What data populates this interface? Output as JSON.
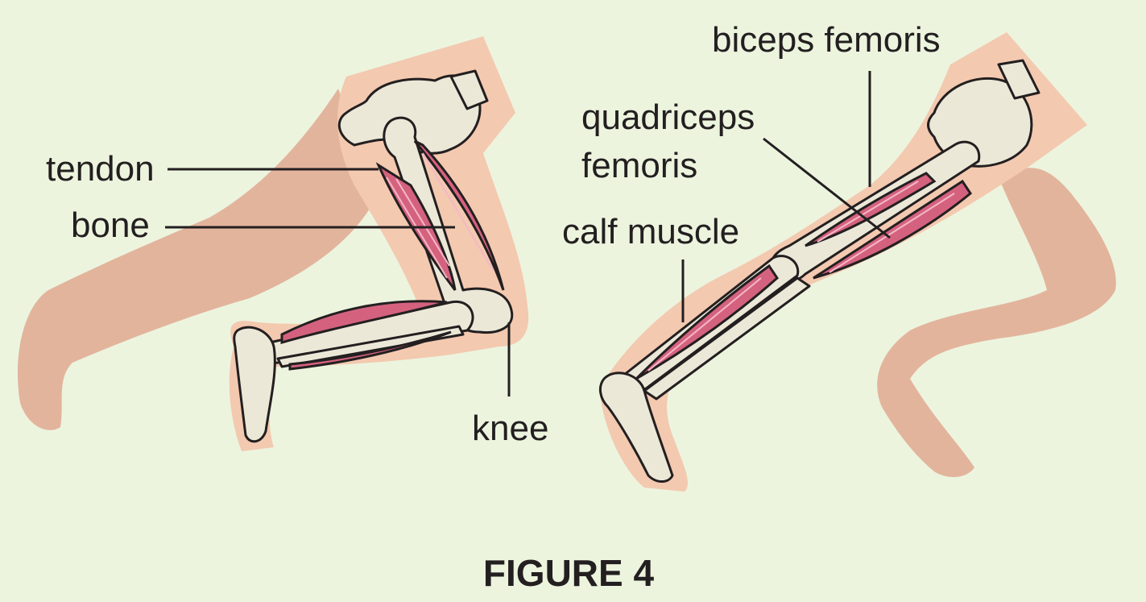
{
  "labels": {
    "tendon": "tendon",
    "bone": "bone",
    "knee": "knee",
    "biceps_femoris": "biceps femoris",
    "quadriceps_line1": "quadriceps",
    "quadriceps_line2": "femoris",
    "calf_muscle": "calf muscle"
  },
  "caption": "FIGURE 4",
  "colors": {
    "background": "#ecf4de",
    "skin": "#f3c9b0",
    "skin_shadow": "#e3b49c",
    "muscle": "#d4627f",
    "bone": "#ebe8d8",
    "outline": "#231f20"
  }
}
